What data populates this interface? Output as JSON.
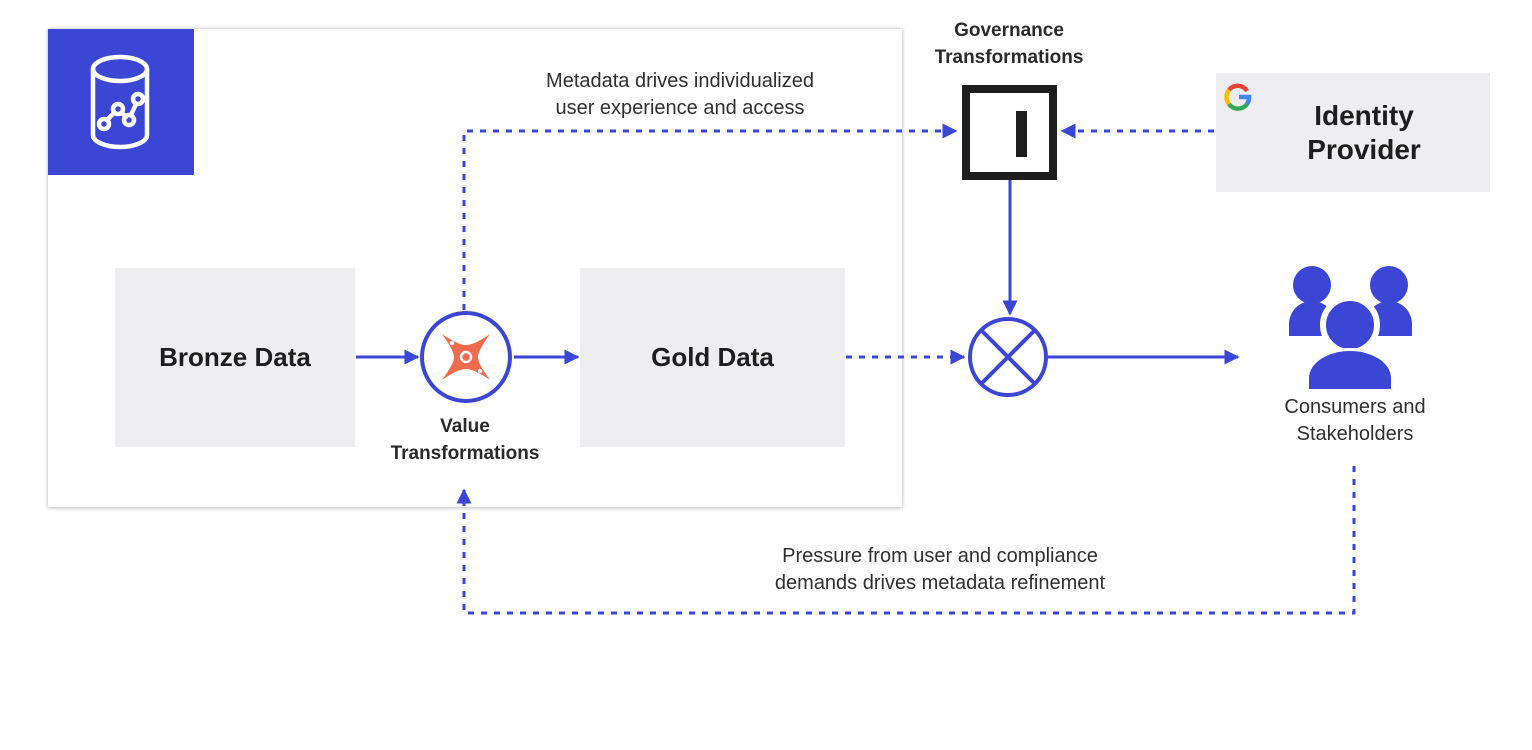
{
  "bronze_label": "Bronze Data",
  "gold_label": "Gold Data",
  "value_transformations_label": "Value\nTransformations",
  "governance_transformations_label": "Governance\nTransformations",
  "identity_provider_label": "Identity\nProvider",
  "consumers_label": "Consumers and\nStakeholders",
  "metadata_caption": "Metadata drives individualized\nuser experience and access",
  "pressure_caption": "Pressure from user and compliance\ndemands drives metadata refinement",
  "colors": {
    "accent_blue": "#3c46d4",
    "value_icon": "#f26b4d",
    "box_gray": "#eeeef0"
  },
  "icons": [
    "database-chart-icon",
    "value-transform-icon",
    "governance-icon",
    "google-icon",
    "merge-junction-icon",
    "people-group-icon"
  ]
}
